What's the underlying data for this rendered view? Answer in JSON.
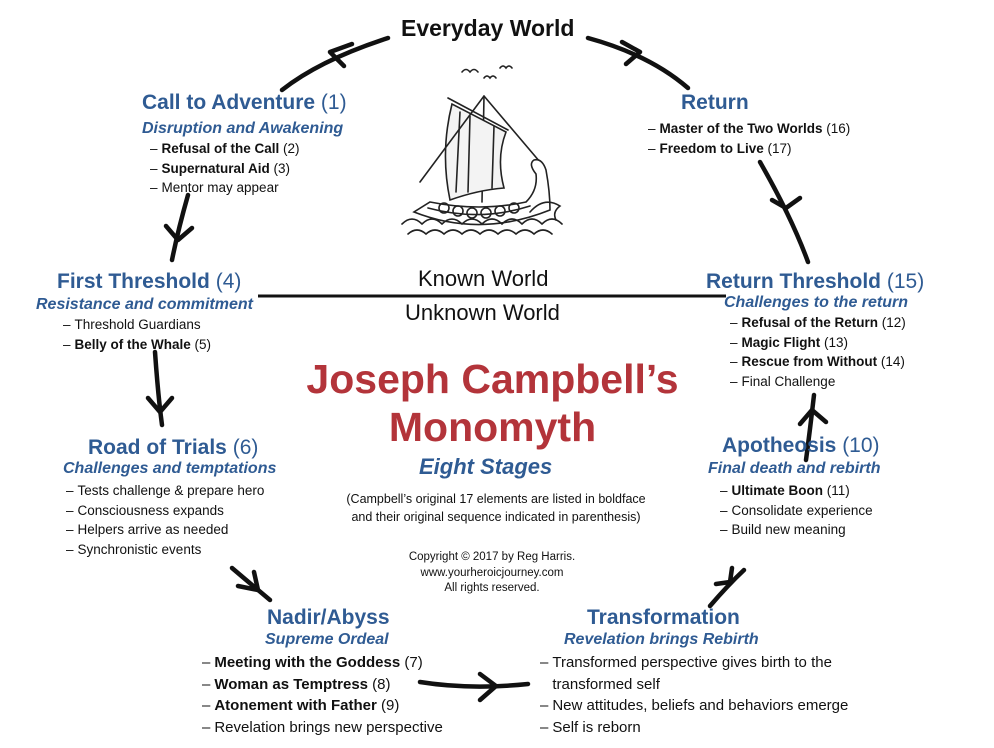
{
  "header": {
    "title": "Everyday World"
  },
  "divider": {
    "known": "Known World",
    "unknown": "Unknown World"
  },
  "center": {
    "title_line1": "Joseph Campbell’s",
    "title_line2": "Monomyth",
    "subtitle": "Eight Stages",
    "note_line1": "(Campbell’s original 17 elements are listed in boldface",
    "note_line2": "and their original sequence indicated in parenthesis)",
    "copyright_line1": "Copyright © 2017 by Reg Harris.",
    "copyright_line2": "www.yourheroicjourney.com",
    "copyright_line3": "All rights reserved."
  },
  "stages": {
    "call": {
      "title": "Call to Adventure",
      "num": "(1)",
      "subtitle": "Disruption and Awakening",
      "items": [
        {
          "dash": "–",
          "bold": "Refusal of the Call",
          "rest": " (2)"
        },
        {
          "dash": "–",
          "bold": "Supernatural Aid",
          "rest": " (3)"
        },
        {
          "dash": "–",
          "bold": "",
          "rest": "Mentor may appear"
        }
      ]
    },
    "first": {
      "title": "First Threshold",
      "num": "(4)",
      "subtitle": "Resistance and commitment",
      "items": [
        {
          "dash": "–",
          "bold": "",
          "rest": "Threshold Guardians"
        },
        {
          "dash": "–",
          "bold": "Belly of the Whale",
          "rest": " (5)"
        }
      ]
    },
    "road": {
      "title": "Road of Trials",
      "num": "(6)",
      "subtitle": "Challenges and temptations",
      "items": [
        {
          "dash": "–",
          "bold": "",
          "rest": "Tests challenge & prepare hero"
        },
        {
          "dash": "–",
          "bold": "",
          "rest": "Consciousness expands"
        },
        {
          "dash": "–",
          "bold": "",
          "rest": "Helpers arrive as needed"
        },
        {
          "dash": "–",
          "bold": "",
          "rest": "Synchronistic events"
        }
      ]
    },
    "nadir": {
      "title": "Nadir/Abyss",
      "num": "",
      "subtitle": "Supreme Ordeal",
      "items": [
        {
          "dash": "–",
          "bold": "Meeting with the Goddess",
          "rest": " (7)"
        },
        {
          "dash": "–",
          "bold": "Woman as Temptress",
          "rest": " (8)"
        },
        {
          "dash": "–",
          "bold": "Atonement with Father",
          "rest": " (9)"
        },
        {
          "dash": "–",
          "bold": "",
          "rest": "Revelation brings new perspective"
        }
      ]
    },
    "transformation": {
      "title": "Transformation",
      "num": "",
      "subtitle": "Revelation brings Rebirth",
      "items": [
        {
          "dash": "–",
          "bold": "",
          "rest": "Transformed perspective gives birth to the"
        },
        {
          "dash": "",
          "bold": "",
          "rest": "transformed self"
        },
        {
          "dash": "–",
          "bold": "",
          "rest": "New attitudes, beliefs and behaviors emerge"
        },
        {
          "dash": "–",
          "bold": "",
          "rest": "Self is reborn"
        }
      ]
    },
    "apotheosis": {
      "title": "Apotheosis",
      "num": "(10)",
      "subtitle": "Final death and rebirth",
      "items": [
        {
          "dash": "–",
          "bold": "Ultimate Boon",
          "rest": " (11)"
        },
        {
          "dash": "–",
          "bold": "",
          "rest": "Consolidate experience"
        },
        {
          "dash": "–",
          "bold": "",
          "rest": "Build new meaning"
        }
      ]
    },
    "return_threshold": {
      "title": "Return Threshold",
      "num": "(15)",
      "subtitle": "Challenges to the return",
      "items": [
        {
          "dash": "–",
          "bold": "Refusal of the Return",
          "rest": " (12)"
        },
        {
          "dash": "–",
          "bold": "Magic Flight",
          "rest": " (13)"
        },
        {
          "dash": "–",
          "bold": "Rescue from Without",
          "rest": " (14)"
        },
        {
          "dash": "–",
          "bold": "",
          "rest": "Final Challenge"
        }
      ]
    },
    "return": {
      "title": "Return",
      "num": "",
      "subtitle": "",
      "items": [
        {
          "dash": "–",
          "bold": "Master of the Two Worlds",
          "rest": " (16)"
        },
        {
          "dash": "–",
          "bold": "Freedom to Live",
          "rest": " (17)"
        }
      ]
    }
  },
  "colors": {
    "stage_blue": "#2f5b93",
    "title_red": "#b3343a",
    "ink": "#111111"
  },
  "icons": {
    "illustration": "viking-ship-icon",
    "birds": "seagull-icons",
    "arrows": "cycle-arrow-icons"
  }
}
